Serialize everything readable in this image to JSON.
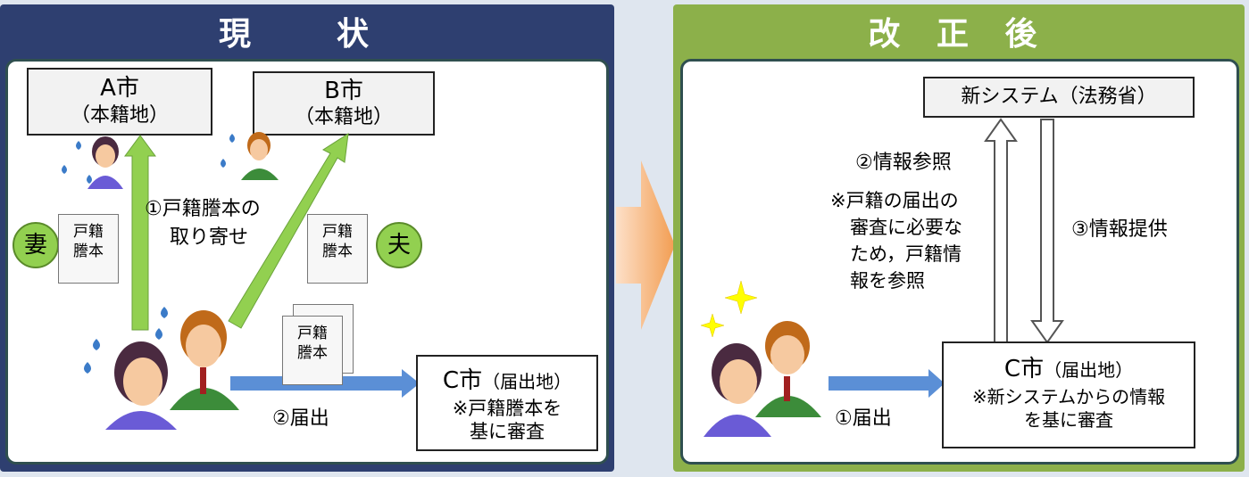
{
  "colors": {
    "left_header": "#2e3f70",
    "right_header": "#8cb04a",
    "green_arrow": "#92d050",
    "blue_arrow": "#5b8fd6",
    "orange_arrow": "#f2a257"
  },
  "left": {
    "title": "現　状",
    "a_city": "A市",
    "a_sub": "（本籍地）",
    "b_city": "B市",
    "b_sub": "（本籍地）",
    "wife": "妻",
    "husband": "夫",
    "doc1": "戸籍",
    "doc2": "謄本",
    "request1": "①戸籍謄本の",
    "request2": "取り寄せ",
    "notify": "②届出",
    "c_city": "C市",
    "c_sub": "（届出地）",
    "c_note1": "※戸籍謄本を",
    "c_note2": "基に審査"
  },
  "right": {
    "title": "改 正 後",
    "system": "新システム（法務省）",
    "ref": "②情報参照",
    "note1": "※戸籍の届出の",
    "note2": "審査に必要な",
    "note3": "ため，戸籍情",
    "note4": "報を参照",
    "provide": "③情報提供",
    "notify": "①届出",
    "c_city": "C市",
    "c_sub": "（届出地）",
    "c_note1": "※新システムからの情報",
    "c_note2": "を基に審査"
  },
  "icons": [
    "person-wife-icon",
    "person-husband-icon",
    "sparkle-icon",
    "document-icon"
  ]
}
